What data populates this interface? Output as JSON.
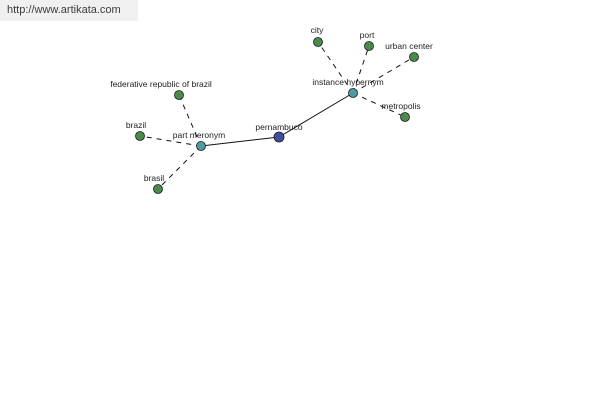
{
  "header": {
    "url_text": "http://www.artikata.com"
  },
  "colors": {
    "center_node": "#414ea0",
    "relation_node": "#4f9aa0",
    "term_node": "#4a8a4a",
    "banner_bg": "#f0f0f0"
  },
  "graph": {
    "nodes": [
      {
        "id": "pernambuco",
        "label": "pernambuco",
        "kind": "center"
      },
      {
        "id": "part-meronym",
        "label": "part meronym",
        "kind": "relation"
      },
      {
        "id": "instance-hypernym",
        "label": "instance hypernym",
        "kind": "relation"
      },
      {
        "id": "federative-republic-of-brazil",
        "label": "federative republic of brazil",
        "kind": "term"
      },
      {
        "id": "brazil",
        "label": "brazil",
        "kind": "term"
      },
      {
        "id": "brasil",
        "label": "brasil",
        "kind": "term"
      },
      {
        "id": "city",
        "label": "city",
        "kind": "term"
      },
      {
        "id": "port",
        "label": "port",
        "kind": "term"
      },
      {
        "id": "urban-center",
        "label": "urban center",
        "kind": "term"
      },
      {
        "id": "metropolis",
        "label": "metropolis",
        "kind": "term"
      }
    ],
    "edges": [
      {
        "from": "pernambuco",
        "to": "part-meronym",
        "style": "solid"
      },
      {
        "from": "pernambuco",
        "to": "instance-hypernym",
        "style": "solid"
      },
      {
        "from": "part-meronym",
        "to": "federative-republic-of-brazil",
        "style": "dashed"
      },
      {
        "from": "part-meronym",
        "to": "brazil",
        "style": "dashed"
      },
      {
        "from": "part-meronym",
        "to": "brasil",
        "style": "dashed"
      },
      {
        "from": "instance-hypernym",
        "to": "city",
        "style": "dashed"
      },
      {
        "from": "instance-hypernym",
        "to": "port",
        "style": "dashed"
      },
      {
        "from": "instance-hypernym",
        "to": "urban-center",
        "style": "dashed"
      },
      {
        "from": "instance-hypernym",
        "to": "metropolis",
        "style": "dashed"
      }
    ]
  }
}
